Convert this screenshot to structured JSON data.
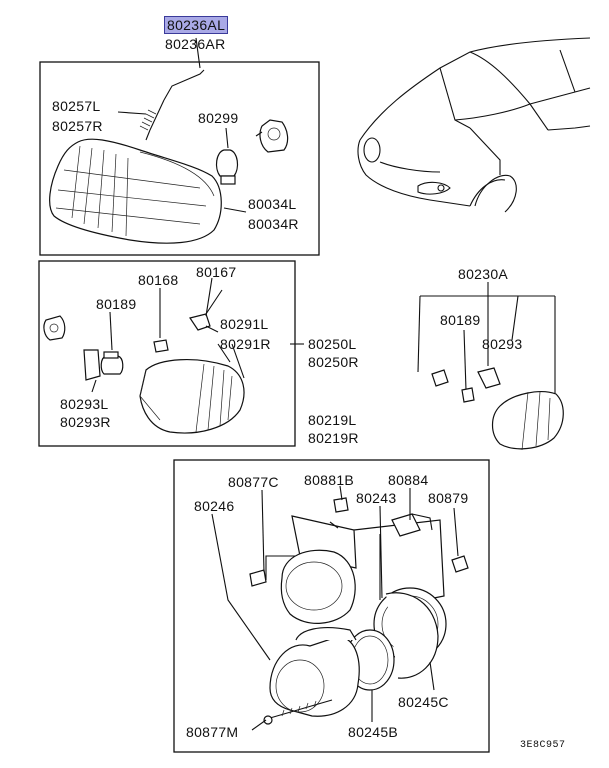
{
  "labels": {
    "p80236AL": "80236AL",
    "p80236AR": "80236AR",
    "p80257L": "80257L",
    "p80257R": "80257R",
    "p80299": "80299",
    "p80034L": "80034L",
    "p80034R": "80034R",
    "p80168": "80168",
    "p80167": "80167",
    "p80189a": "80189",
    "p80291L": "80291L",
    "p80291R": "80291R",
    "p80250L": "80250L",
    "p80250R": "80250R",
    "p80293L": "80293L",
    "p80293R": "80293R",
    "p80230A": "80230A",
    "p80189b": "80189",
    "p80293": "80293",
    "p80219L": "80219L",
    "p80219R": "80219R",
    "p80877C": "80877C",
    "p80881B": "80881B",
    "p80884": "80884",
    "p80243": "80243",
    "p80879": "80879",
    "p80246": "80246",
    "p80245C": "80245C",
    "p80877M": "80877M",
    "p80245B": "80245B"
  },
  "diagram_code": "3E8C957",
  "colors": {
    "highlight": "#a9a9e6",
    "line": "#111111"
  }
}
